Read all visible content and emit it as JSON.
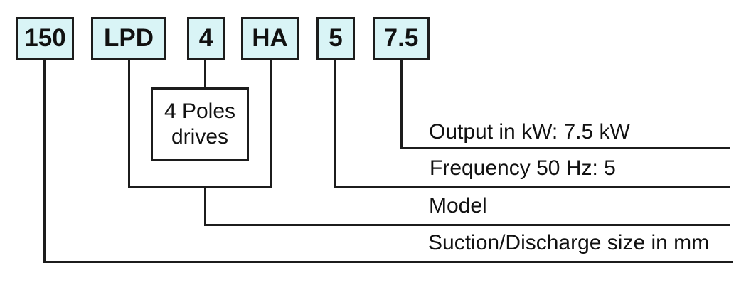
{
  "boxes": [
    {
      "label": "150"
    },
    {
      "label": "LPD"
    },
    {
      "label": "4"
    },
    {
      "label": "HA"
    },
    {
      "label": "5"
    },
    {
      "label": "7.5"
    }
  ],
  "poles_box": {
    "line1": "4 Poles",
    "line2": "drives"
  },
  "legend": [
    {
      "label": "Output in kW: 7.5 kW"
    },
    {
      "label": "Frequency 50 Hz: 5"
    },
    {
      "label": "Model"
    },
    {
      "label": "Suction/Discharge size in mm"
    }
  ],
  "colors": {
    "box_fill": "#d9f4f6",
    "line": "#1c1c1c",
    "background": "#ffffff"
  }
}
